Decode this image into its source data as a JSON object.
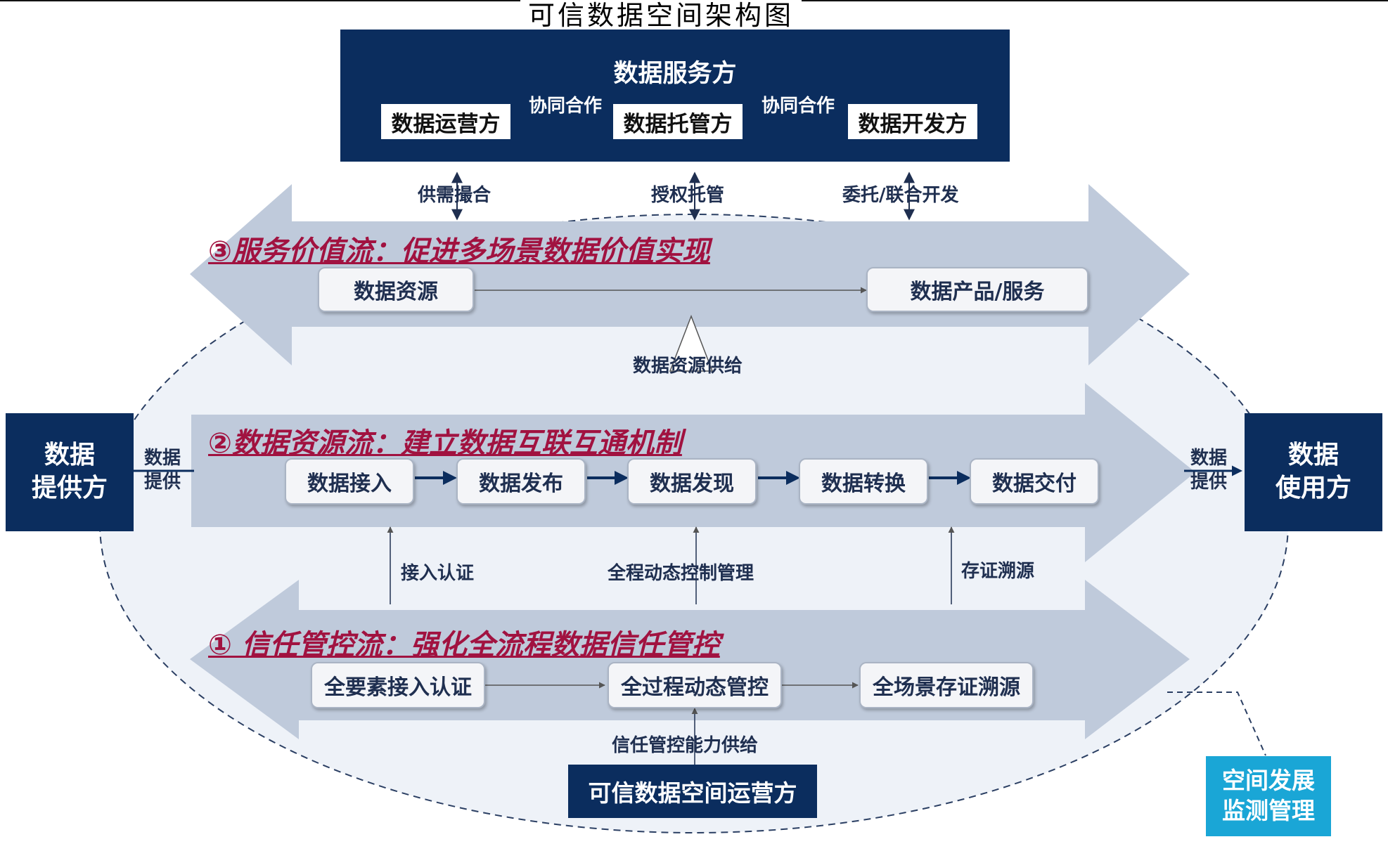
{
  "title": "可信数据空间架构图",
  "service_side": {
    "title": "数据服务方",
    "operator": "数据运营方",
    "custodian": "数据托管方",
    "developer": "数据开发方",
    "coop_left": "协同合作",
    "coop_right": "协同合作"
  },
  "connectors": {
    "matching": "供需撮合",
    "authorization": "授权托管",
    "development": "委托/联合开发"
  },
  "flow3": {
    "title": "③服务价值流：促进多场景数据价值实现",
    "source": "数据资源",
    "product": "数据产品/服务",
    "supply": "数据资源供给"
  },
  "flow2": {
    "title": "②数据资源流：建立数据互联互通机制",
    "steps": [
      "数据接入",
      "数据发布",
      "数据发现",
      "数据转换",
      "数据交付"
    ]
  },
  "provider": {
    "line1": "数据",
    "line2": "提供方"
  },
  "consumer": {
    "line1": "数据",
    "line2": "使用方"
  },
  "provide_left": {
    "line1": "数据",
    "line2": "提供"
  },
  "provide_right": {
    "line1": "数据",
    "line2": "提供"
  },
  "controls": {
    "access_auth": "接入认证",
    "dynamic_control": "全程动态控制管理",
    "traceability": "存证溯源"
  },
  "flow1": {
    "title": "① 信任管控流：强化全流程数据信任管控",
    "step1": "全要素接入认证",
    "step2": "全过程动态管控",
    "step3": "全场景存证溯源",
    "supply": "信任管控能力供给"
  },
  "space_operator": "可信数据空间运营方",
  "monitor": {
    "line1": "空间发展",
    "line2": "监测管理"
  },
  "colors": {
    "navy": "#0b2d5e",
    "band": "#bfcadb",
    "flow_title": "#a11240",
    "teal": "#1aa6d6"
  }
}
